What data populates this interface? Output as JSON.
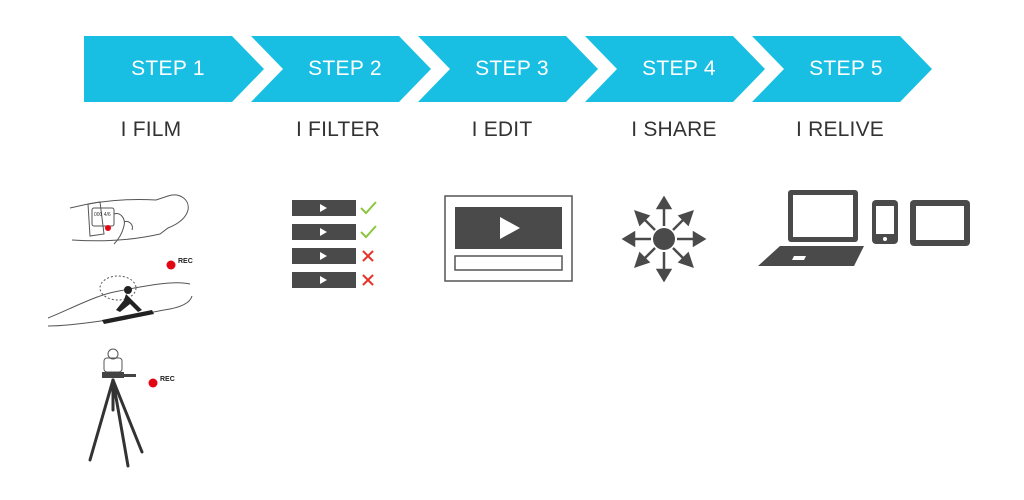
{
  "colors": {
    "chevron": "#19bfe3",
    "dark": "#4a4a4a",
    "check": "#8cc63f",
    "cross": "#e5332a",
    "rec_dot": "#e30613"
  },
  "steps": [
    {
      "label": "STEP 1",
      "caption": "I FILM"
    },
    {
      "label": "STEP 2",
      "caption": "I FILTER"
    },
    {
      "label": "STEP 3",
      "caption": "I EDIT"
    },
    {
      "label": "STEP 4",
      "caption": "I SHARE"
    },
    {
      "label": "STEP 5",
      "caption": "I RELIVE"
    }
  ],
  "film": {
    "rec_label_1": "REC",
    "rec_label_2": "REC",
    "watch_display": "000 4/6"
  },
  "filter": {
    "rows": [
      {
        "status": "check"
      },
      {
        "status": "check"
      },
      {
        "status": "cross"
      },
      {
        "status": "cross"
      }
    ]
  },
  "icons": {
    "film": "watch-surfer-tripod-icon",
    "filter": "filter-list-icon",
    "edit": "video-editor-icon",
    "share": "share-burst-icon",
    "relive": "devices-icon"
  }
}
